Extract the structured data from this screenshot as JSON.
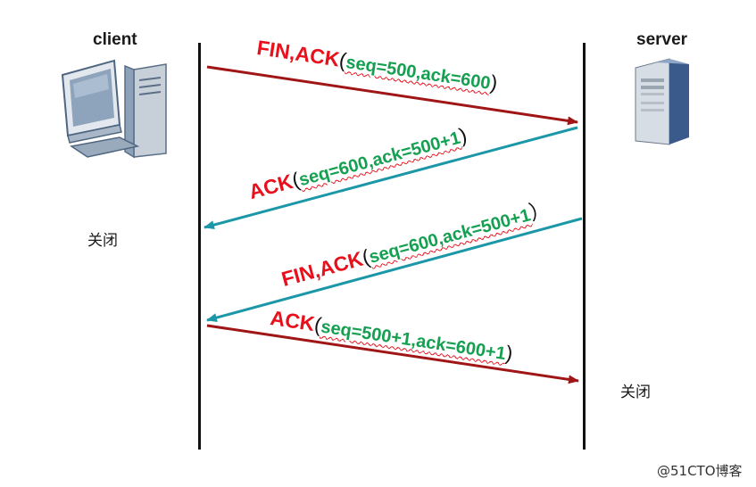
{
  "client": {
    "label": "client",
    "state": "关闭"
  },
  "server": {
    "label": "server",
    "state": "关闭"
  },
  "messages": [
    {
      "flags": "FIN,ACK",
      "open": "(",
      "args": "seq=500,ack=600",
      "close": ")",
      "color": "#a01515"
    },
    {
      "flags": "ACK",
      "open": "(",
      "args": "seq=600,ack=500+1",
      "close": ")",
      "color": "#1b97a8"
    },
    {
      "flags": "FIN,ACK",
      "open": "(",
      "args": "seq=600,ack=500+1",
      "close": "）",
      "color": "#1b97a8"
    },
    {
      "flags": "ACK",
      "open": "(",
      "args": "seq=500+1,ack=600+1",
      "close": ")",
      "color": "#a01515"
    }
  ],
  "watermark": "@51CTO博客",
  "colors": {
    "flag_red": "#e8101b",
    "args_green": "#14a050",
    "arrow_red": "#a01515",
    "arrow_teal": "#1b97a8"
  }
}
